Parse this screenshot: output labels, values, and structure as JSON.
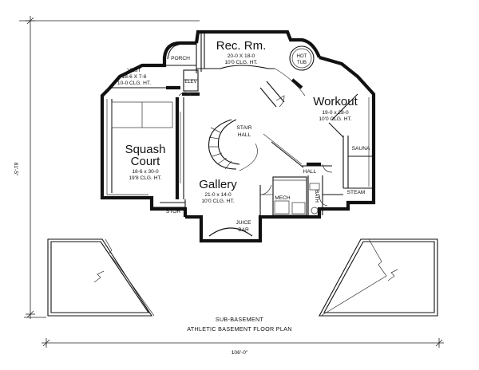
{
  "plan": {
    "rooms": {
      "rec_rm": {
        "name": "Rec. Rm.",
        "size": "20-0 X 18-0",
        "ceiling": "10'0 CLG. HT."
      },
      "hot_tub": {
        "line1": "HOT",
        "line2": "TUB"
      },
      "porch": {
        "name": "PORCH"
      },
      "vest": {
        "name": "VEST",
        "size": "18-6 X 7-6",
        "ceiling": "10-0 CLG. HT."
      },
      "elev": {
        "name": "ELEV"
      },
      "workout": {
        "name": "Workout",
        "size": "19-0 x 28-0",
        "ceiling": "10'0 CLG. HT."
      },
      "stair_hall": {
        "line1": "STAIR",
        "line2": "HALL"
      },
      "squash": {
        "line1": "Squash",
        "line2": "Court",
        "size": "18-6 x 30-0",
        "ceiling": "19'8 CLG. HT."
      },
      "sauna": {
        "name": "SAUNA"
      },
      "hall": {
        "name": "HALL"
      },
      "steam": {
        "name": "STEAM"
      },
      "bath": {
        "name": "BATH"
      },
      "mech": {
        "name": "MECH"
      },
      "gallery": {
        "name": "Gallery",
        "size": "21-0 x 14-0",
        "ceiling": "10'0 CLG. HT."
      },
      "stor": {
        "name": "STOR"
      },
      "juice_bar": {
        "line1": "JUICE",
        "line2": "BAR"
      }
    },
    "dimensions": {
      "depth": "81'-5\"",
      "width": "106'-0\""
    },
    "caption": {
      "line1": "SUB-BASEMENT",
      "line2": "ATHLETIC BASEMENT FLOOR PLAN"
    }
  }
}
